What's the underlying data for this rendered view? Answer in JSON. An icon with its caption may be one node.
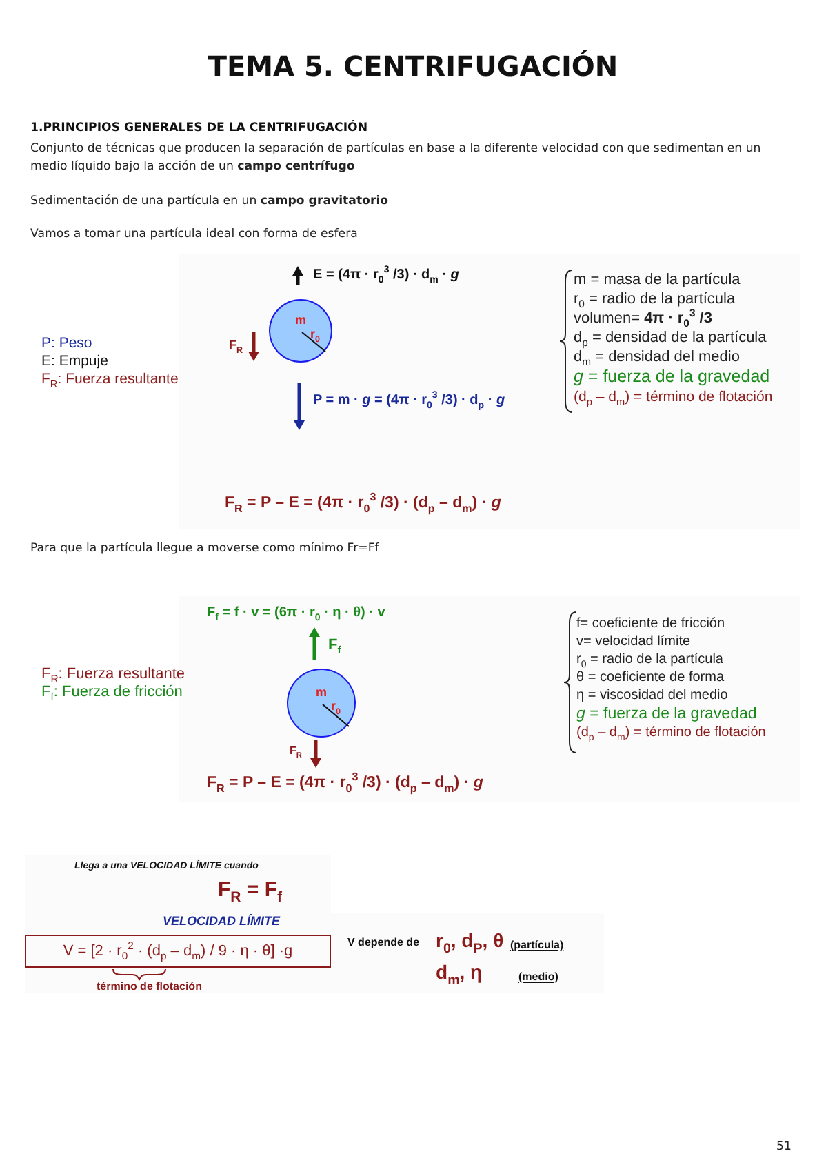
{
  "diagram": {
    "title": "TEMA 5. CENTRIFUGACIÓN",
    "nodes": [
      {
        "text": [
          "m",
          "r$_{0}$"
        ]
      },
      {
        "text": [
          "m",
          "r$_{0}$"
        ]
      },
      {
        "text": [
          "V = [2 · r$_{0}$$^{2}$ · (d$_{p}$ – d$_{m}$) / 9 · η · θ] ·g"
        ]
      }
    ],
    "labels": [
      "1.PRINCIPIOS GENERALES DE LA CENTRIFUGACIÓN",
      "Conjunto de técnicas que producen la separación de partículas en base a la diferente velocidad con que sedimentan en un medio líquido bajo la acción de un **campo centrífugo**",
      "Sedimentación de una partícula en un **campo gravitatorio**",
      "Vamos a tomar una partícula ideal con forma de esfera",
      "E = (4π · r$_{0}$$^{3}$ /3) · d$_{m}$ · *g*",
      "P: Peso",
      "E: Empuje",
      "F$_{R}$: Fuerza resultante",
      "F$_{R}$",
      "P = m · *g* = (4π · r$_{0}$$^{3}$ /3) · d$_{p}$ · *g*",
      "m = masa de la partícula",
      "r$_{0}$ = radio de la partícula",
      "volumen= **4π · r$_{0}$$^{3}$ /3**",
      "d$_{p}$ = densidad de la partícula",
      "d$_{m}$ = densidad del medio",
      "*g* = fuerza de la gravedad",
      "(d$_{p}$ – d$_{m}$) = término de flotación",
      "F$_{R}$ = P – E = (4π · r$_{0}$$^{3}$ /3) · (d$_{p}$ – d$_{m}$) · *g*",
      "Para que la partícula llegue a moverse como mínimo Fr=Ff",
      "F$_{f}$ = f · v = (6π · r$_{0}$ · η · θ) · v",
      "F$_{f}$",
      "F$_{R}$: Fuerza resultante",
      "F$_{f}$: Fuerza de fricción",
      "f= coeficiente de fricción",
      "v= velocidad límite",
      "r$_{0}$ = radio de la partícula",
      "θ = coeficiente de forma",
      "η = viscosidad del medio",
      "*g* = fuerza de la gravedad",
      "(d$_{p}$ – d$_{m}$) = término de flotación",
      "F$_{R}$",
      "F$_{R}$ = P – E = (4π · r$_{0}$$^{3}$ /3) · (d$_{p}$ – d$_{m}$) · *g*",
      "Llega a una VELOCIDAD LÍMITE cuando",
      "F$_{R}$ = F$_{f}$",
      "VELOCIDAD LÍMITE",
      "término de flotación",
      "V depende de",
      "r$_{0}$, d$_{P}$, θ",
      "(partícula)",
      "d$_{m}$, η",
      "(medio)",
      "51"
    ]
  }
}
